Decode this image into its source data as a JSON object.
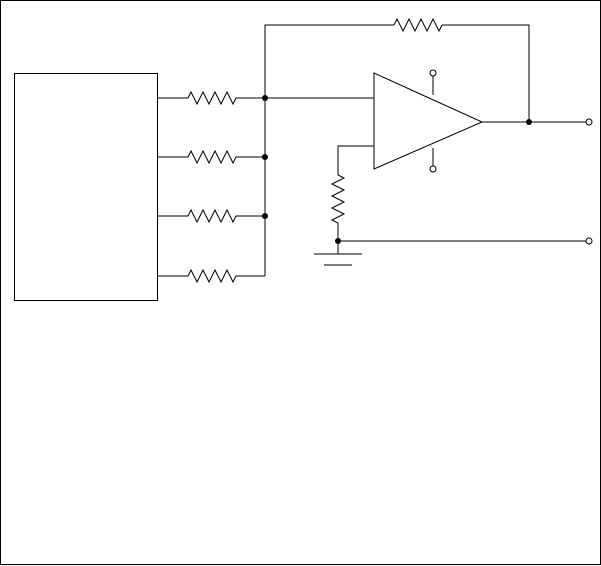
{
  "diagram": {
    "type": "circuit-schematic",
    "description_visible_text": "",
    "colors": {
      "line": "#000000",
      "background": "#ffffff"
    },
    "components": {
      "block": {
        "kind": "rectangular-block",
        "label": ""
      },
      "input_resistors": [
        {
          "id": "r-in-1",
          "label": ""
        },
        {
          "id": "r-in-2",
          "label": ""
        },
        {
          "id": "r-in-3",
          "label": ""
        },
        {
          "id": "r-in-4",
          "label": ""
        }
      ],
      "feedback_resistor": {
        "id": "r-feedback",
        "label": ""
      },
      "bias_resistor": {
        "id": "r-bias",
        "label": ""
      },
      "op_amp": {
        "id": "op-amp",
        "label": ""
      },
      "ground": {
        "id": "ground",
        "label": ""
      },
      "terminals": [
        {
          "id": "supply-top",
          "label": ""
        },
        {
          "id": "supply-bottom",
          "label": ""
        },
        {
          "id": "output",
          "label": ""
        },
        {
          "id": "common",
          "label": ""
        }
      ]
    }
  }
}
